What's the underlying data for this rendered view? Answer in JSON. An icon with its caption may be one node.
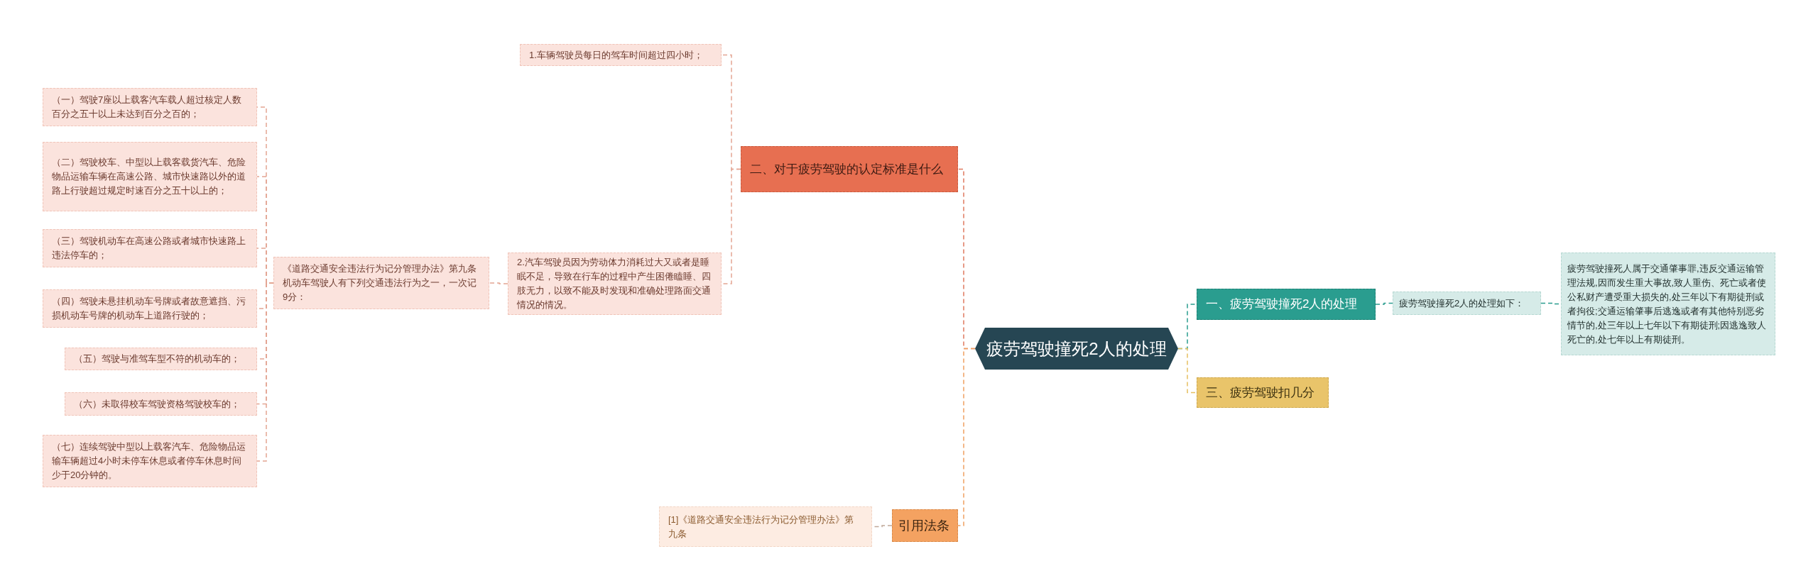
{
  "diagram": {
    "nodes": [
      {
        "text": [
          "疲劳驾驶撞死2人的处理"
        ]
      },
      {
        "text": [
          "二、对于疲劳驾驶的认定标准是什么"
        ]
      },
      {
        "text": [
          "1.车辆驾驶员每日的驾车时间超过四小时；"
        ]
      },
      {
        "text": [
          "2.汽车驾驶员因为劳动体力消耗过大又或者是睡眠不足，导致在行车的过程中产生困倦瞌睡、四肢无力，以致不能及时发现和准确处理路面交通情况的情况。"
        ]
      },
      {
        "text": [
          "《道路交通安全违法行为记分管理办法》第九条机动车驾驶人有下列交通违法行为之一，一次记9分："
        ]
      },
      {
        "text": [
          "（一）驾驶7座以上载客汽车载人超过核定人数百分之五十以上未达到百分之百的；"
        ]
      },
      {
        "text": [
          "（二）驾驶校车、中型以上载客载货汽车、危险物品运输车辆在高速公路、城市快速路以外的道路上行驶超过规定时速百分之五十以上的；"
        ]
      },
      {
        "text": [
          "（三）驾驶机动车在高速公路或者城市快速路上违法停车的；"
        ]
      },
      {
        "text": [
          "（四）驾驶未悬挂机动车号牌或者故意遮挡、污损机动车号牌的机动车上道路行驶的；"
        ]
      },
      {
        "text": [
          "（五）驾驶与准驾车型不符的机动车的；"
        ]
      },
      {
        "text": [
          "（六）未取得校车驾驶资格驾驶校车的；"
        ]
      },
      {
        "text": [
          "（七）连续驾驶中型以上载客汽车、危险物品运输车辆超过4小时未停车休息或者停车休息时间少于20分钟的。"
        ]
      },
      {
        "text": [
          "引用法条"
        ]
      },
      {
        "text": [
          "[1]《道路交通安全违法行为记分管理办法》第九条"
        ]
      },
      {
        "text": [
          "一、疲劳驾驶撞死2人的处理"
        ]
      },
      {
        "text": [
          "疲劳驾驶撞死2人的处理如下："
        ]
      },
      {
        "text": [
          "疲劳驾驶撞死人属于交通肇事罪,违反交通运输管理法规,因而发生重大事故,致人重伤、死亡或者使公私财产遭受重大损失的,处三年以下有期徒刑或者拘役;交通运输肇事后逃逸或者有其他特别恶劣情节的,处三年以上七年以下有期徒刑;因逃逸致人死亡的,处七年以上有期徒刑。"
        ]
      },
      {
        "text": [
          "三、疲劳驾驶扣几分"
        ]
      }
    ],
    "edges": [
      {
        "from": 0,
        "to": 1,
        "arrow": "none",
        "style": "dashed",
        "color": "#e07a5f"
      },
      {
        "from": 1,
        "to": 2,
        "arrow": "none",
        "style": "dashed"
      },
      {
        "from": 1,
        "to": 3,
        "arrow": "none",
        "style": "dashed"
      },
      {
        "from": 3,
        "to": 4,
        "arrow": "none",
        "style": "dashed"
      },
      {
        "from": 4,
        "to": 5,
        "arrow": "none",
        "style": "dashed"
      },
      {
        "from": 4,
        "to": 6,
        "arrow": "none",
        "style": "dashed"
      },
      {
        "from": 4,
        "to": 7,
        "arrow": "none",
        "style": "dashed"
      },
      {
        "from": 4,
        "to": 8,
        "arrow": "none",
        "style": "dashed"
      },
      {
        "from": 4,
        "to": 9,
        "arrow": "none",
        "style": "dashed"
      },
      {
        "from": 4,
        "to": 10,
        "arrow": "none",
        "style": "dashed"
      },
      {
        "from": 4,
        "to": 11,
        "arrow": "none",
        "style": "dashed"
      },
      {
        "from": 0,
        "to": 12,
        "arrow": "none",
        "style": "dashed",
        "color": "#f0a060"
      },
      {
        "from": 12,
        "to": 13,
        "arrow": "none",
        "style": "dashed",
        "color": "#c0a898"
      },
      {
        "from": 0,
        "to": 14,
        "arrow": "none",
        "style": "dashed",
        "color": "#2a9d8f"
      },
      {
        "from": 14,
        "to": 15,
        "arrow": "none",
        "style": "dashed",
        "color": "#2a9d8f"
      },
      {
        "from": 15,
        "to": 16,
        "arrow": "none",
        "style": "dashed",
        "color": "#2a9d8f"
      },
      {
        "from": 0,
        "to": 17,
        "arrow": "none",
        "style": "dashed",
        "color": "#e6c060"
      }
    ]
  }
}
